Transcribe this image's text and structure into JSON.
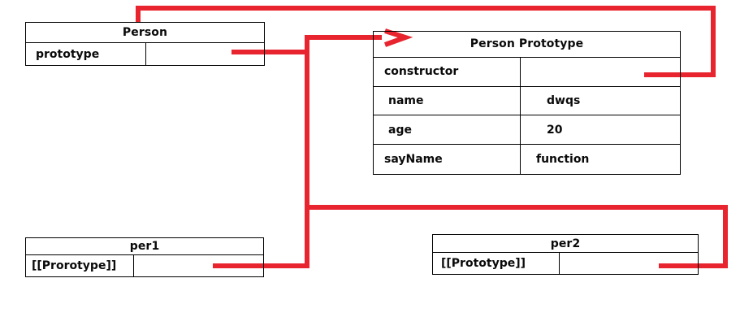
{
  "diagram": {
    "title": "JavaScript prototype chain diagram",
    "wire_color": "#E8252F",
    "box_border_color": "#000000",
    "background": "#ffffff"
  },
  "boxes": {
    "person": {
      "title": "Person",
      "rows": [
        {
          "key": "prototype",
          "value": ""
        }
      ]
    },
    "person_prototype": {
      "title": "Person Prototype",
      "rows": [
        {
          "key": "constructor",
          "value": ""
        },
        {
          "key": "name",
          "value": "dwqs"
        },
        {
          "key": "age",
          "value": "20"
        },
        {
          "key": "sayName",
          "value": "function"
        }
      ]
    },
    "per1": {
      "title": "per1",
      "rows": [
        {
          "key": "[[Prorotype]]",
          "value": ""
        }
      ]
    },
    "per2": {
      "title": "per2",
      "rows": [
        {
          "key": "[[Prototype]]",
          "value": ""
        }
      ]
    }
  },
  "connectors": [
    {
      "name": "person-prototype-to-proto-header",
      "from": "person.prototype value cell",
      "to": "person_prototype header",
      "arrow": true
    },
    {
      "name": "proto-constructor-to-person",
      "from": "person_prototype.constructor value cell",
      "to": "person box top",
      "arrow": false
    },
    {
      "name": "per1-prototype-to-proto",
      "from": "per1.[[Prorotype]] value cell",
      "to": "person_prototype header",
      "arrow": true
    },
    {
      "name": "per2-prototype-to-proto",
      "from": "per2.[[Prototype]] value cell",
      "to": "person_prototype header",
      "arrow": true
    }
  ]
}
